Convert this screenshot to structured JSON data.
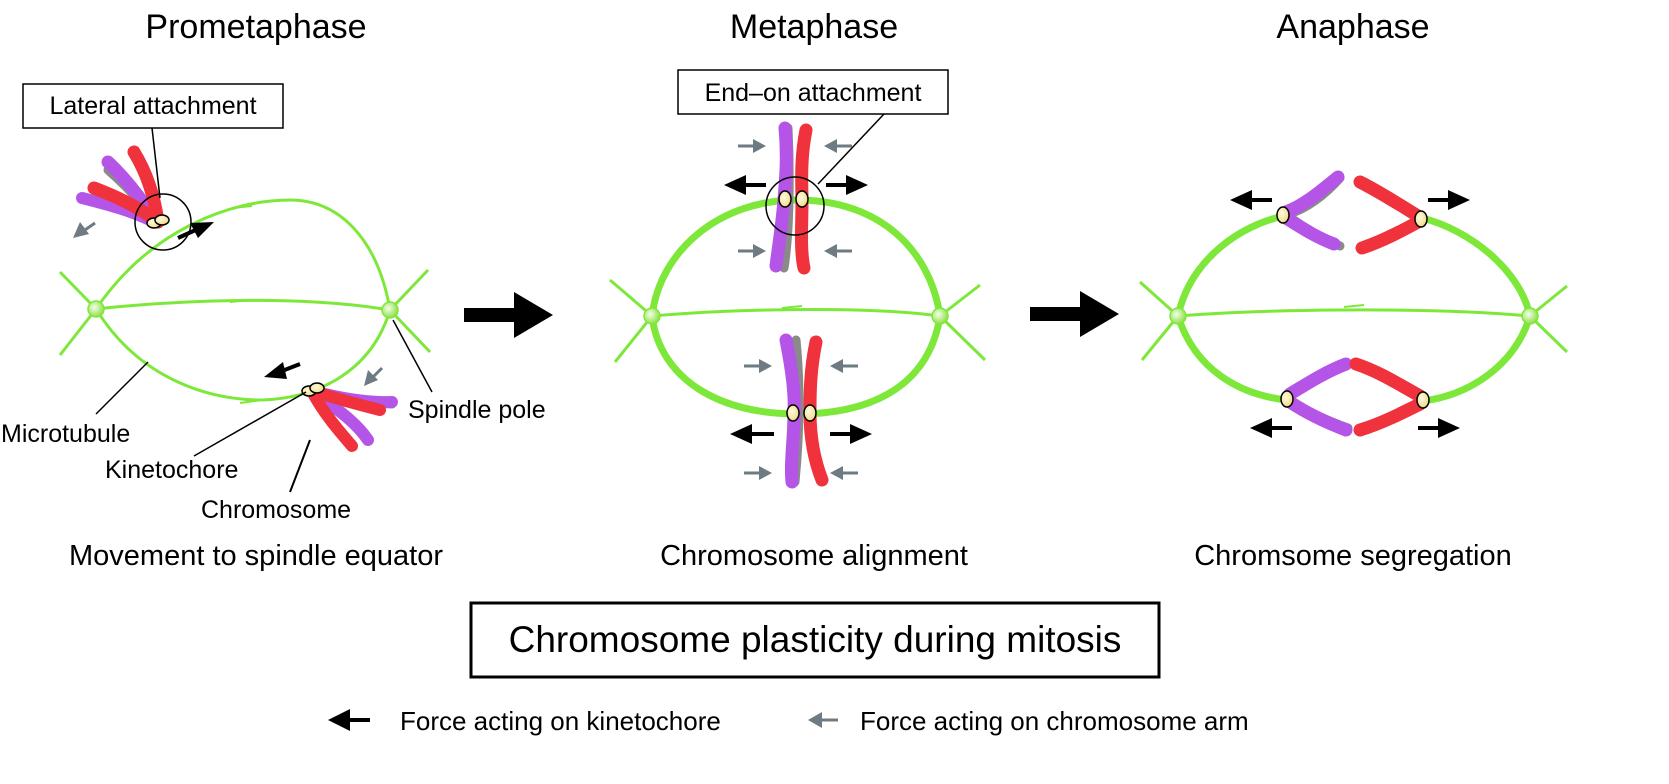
{
  "phases": {
    "prometaphase": "Prometaphase",
    "metaphase": "Metaphase",
    "anaphase": "Anaphase"
  },
  "labels": {
    "lateral_attachment": "Lateral attachment",
    "end_on_attachment": "End–on attachment",
    "spindle_pole": "Spindle pole",
    "microtubule": "Microtubule",
    "kinetochore": "Kinetochore",
    "chromosome": "Chromosome"
  },
  "captions": {
    "prometaphase": "Movement to spindle equator",
    "metaphase": "Chromosome alignment",
    "anaphase": "Chromsome segregation"
  },
  "title_box": "Chromosome plasticity during mitosis",
  "legend": {
    "kinetochore_force": "Force acting on kinetochore",
    "arm_force": "Force acting on chromosome arm"
  },
  "colors": {
    "microtubule": "#7ee83a",
    "spindle_pole": "#b8f08a",
    "sister_a": "#b555e8",
    "sister_b": "#f0323c",
    "kinetochore": "#f5e6a0",
    "kinetochore_force_arrow": "#000000",
    "arm_force_arrow": "#6e7b82"
  }
}
